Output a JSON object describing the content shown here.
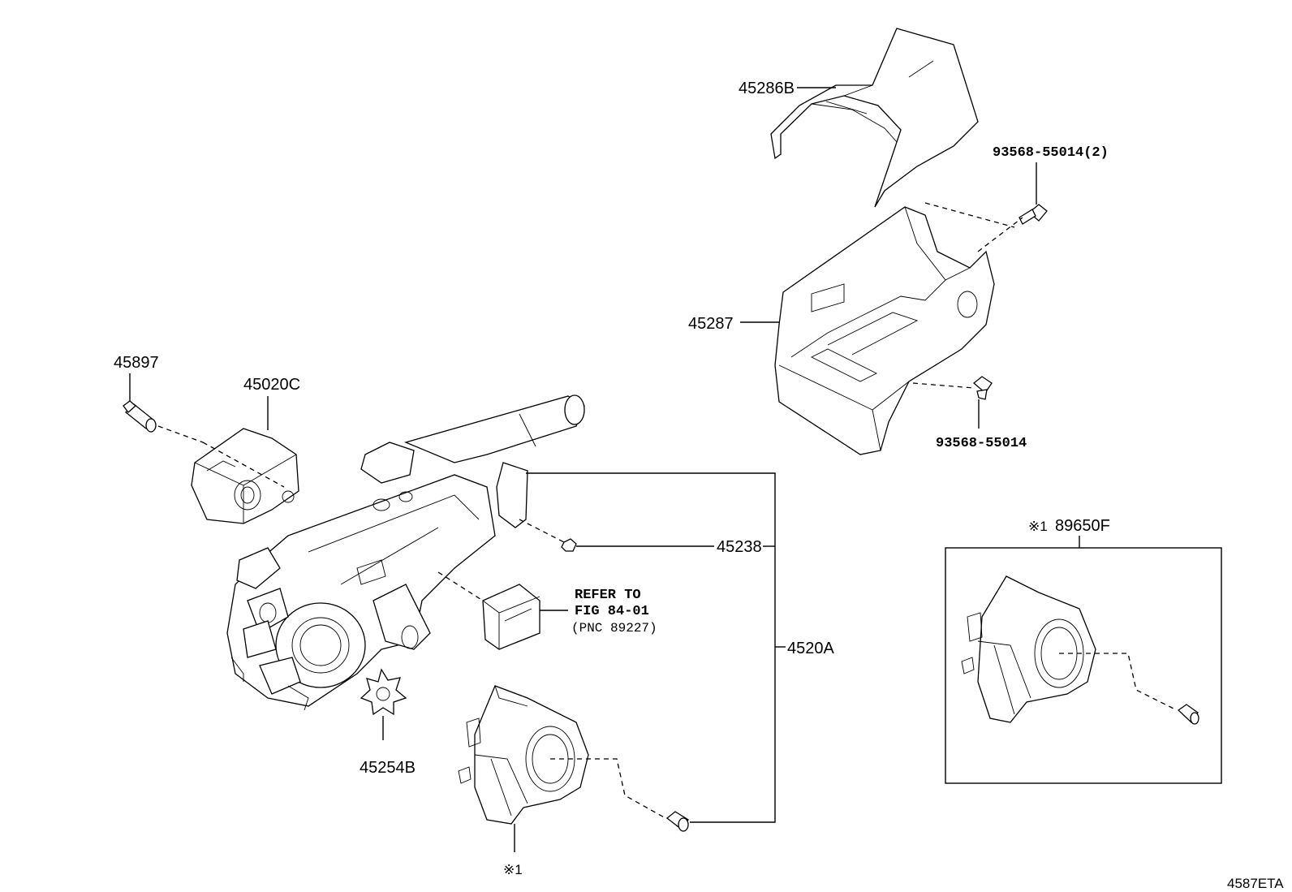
{
  "callouts": {
    "cover_upper": "45286B",
    "screw_pair": "93568-55014(2)",
    "cover_lower": "45287",
    "screw_single": "93568-55014",
    "bolt": "45897",
    "lock_cylinder": "45020C",
    "nut": "45238",
    "refer_line1": "REFER TO",
    "refer_line2": "FIG 84-01",
    "refer_line3": "(PNC 89227)",
    "column_assy": "4520A",
    "spacer": "45254B",
    "note_mark_bottom": "※1",
    "box_note": "※1",
    "box_part": "89650F",
    "figure_code": "4587ETA"
  }
}
